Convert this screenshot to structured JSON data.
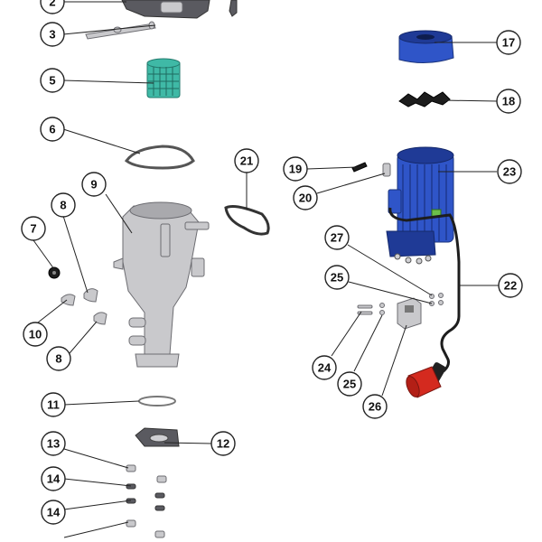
{
  "callouts": {
    "c2": "2",
    "c3": "3",
    "c5": "5",
    "c6": "6",
    "c7": "7",
    "c8a": "8",
    "c8b": "8",
    "c9": "9",
    "c10": "10",
    "c11": "11",
    "c12": "12",
    "c13": "13",
    "c14a": "14",
    "c14b": "14",
    "c17": "17",
    "c18": "18",
    "c19": "19",
    "c20": "20",
    "c21": "21",
    "c22": "22",
    "c23": "23",
    "c24": "24",
    "c25a": "25",
    "c25b": "25",
    "c26": "26",
    "c27": "27"
  },
  "colors": {
    "motor_blue": "#2f55c8",
    "filter_teal": "#3fb9a6",
    "metal_gray": "#c9c9cc",
    "plug_red": "#d42a1f"
  }
}
